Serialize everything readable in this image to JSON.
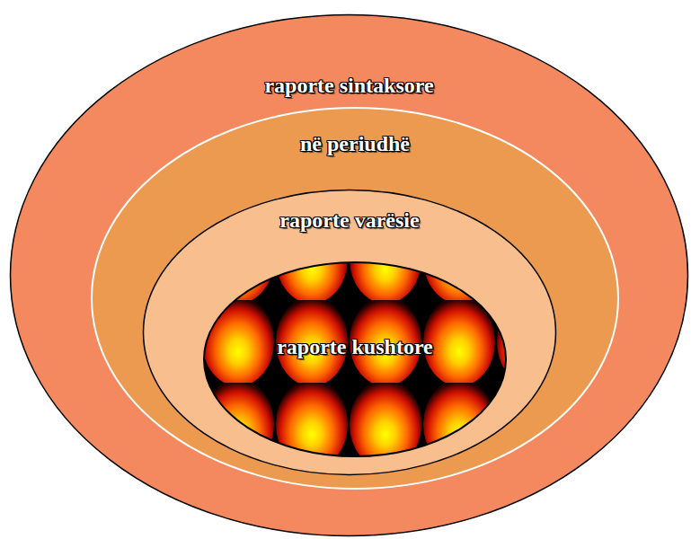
{
  "diagram": {
    "nodes": [
      {
        "text": [
          "raporte sintaksore"
        ]
      },
      {
        "text": [
          "në periudhë"
        ],
        "in": 0
      },
      {
        "text": [
          "raporte varësie"
        ],
        "in": 1
      },
      {
        "text": [
          "raporte kushtore"
        ],
        "in": 2
      }
    ]
  }
}
